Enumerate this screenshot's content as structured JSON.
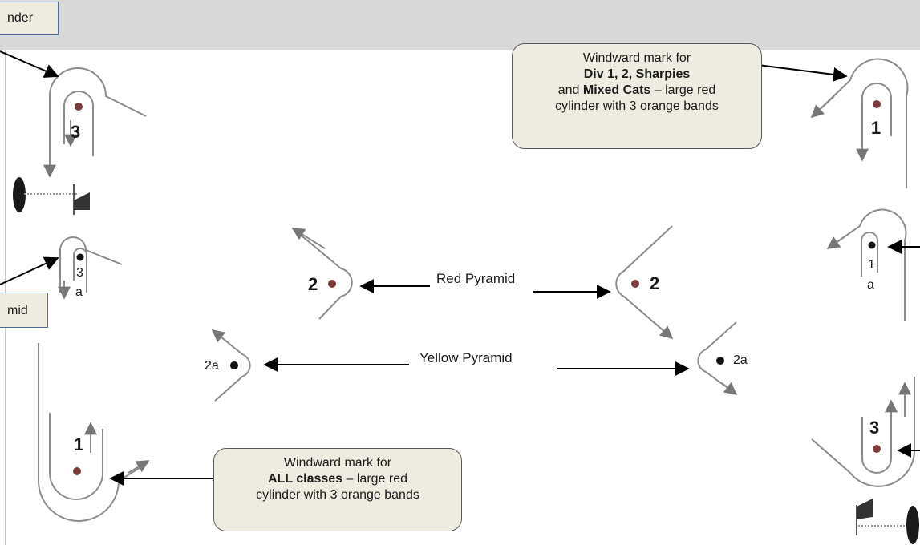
{
  "top_left_box": {
    "text": "nder"
  },
  "left_mid_box": {
    "text": "mid"
  },
  "labels": {
    "red_pyramid": "Red Pyramid",
    "yellow_pyramid": "Yellow Pyramid",
    "mark_3": "3",
    "mark_3a_num": "3",
    "mark_3a_letter": "a",
    "mark_1_left": "1",
    "mark_2_left": "2",
    "mark_2_right": "2",
    "mark_2a_left": "2a",
    "mark_2a_right": "2a",
    "mark_1_right": "1",
    "mark_1a_num": "1",
    "mark_1a_letter": "a",
    "mark_3_right": "3"
  },
  "callout_top_right": {
    "line1": "Windward mark for",
    "line2": "Div 1, 2, Sharpies",
    "line3_bold": "Mixed Cats",
    "line3_pre": "and ",
    "line3_post": " – large red",
    "line4": "cylinder with 3 orange bands"
  },
  "callout_bottom": {
    "line1": "Windward mark for",
    "line2_bold": "ALL classes",
    "line2_post": " – large red",
    "line3": "cylinder with 3 orange bands"
  },
  "colors": {
    "band": "#d9d9d9",
    "callout_fill": "#eeece1",
    "mark_dot": "#7a3b3b",
    "course_line": "#8c8c8c",
    "arrow": "#000000"
  }
}
